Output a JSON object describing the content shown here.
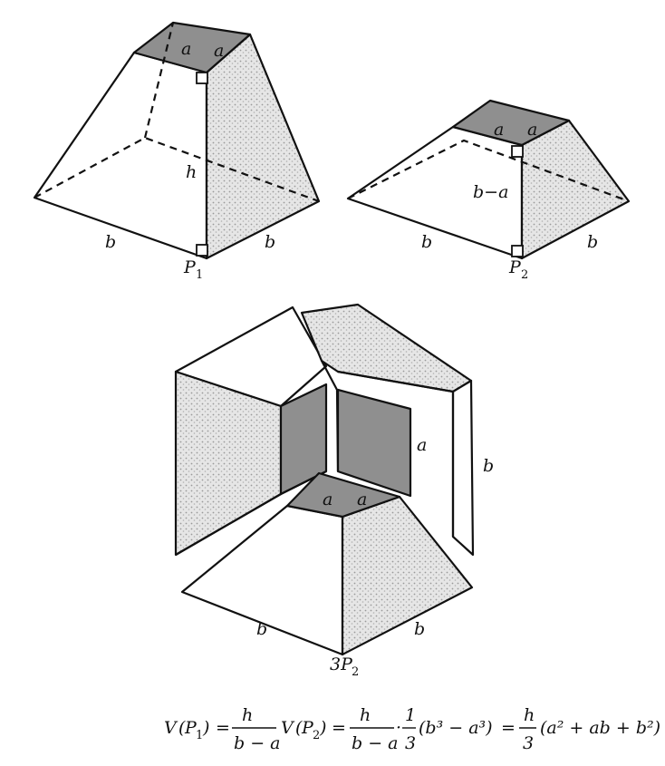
{
  "diagram": {
    "p1": {
      "label_main": "P",
      "label_sub": "1",
      "top_edge_1": "a",
      "top_edge_2": "a",
      "height": "h",
      "base_edge_1": "b",
      "base_edge_2": "b"
    },
    "p2": {
      "label_main": "P",
      "label_sub": "2",
      "top_edge_1": "a",
      "top_edge_2": "a",
      "height": "b−a",
      "base_edge_1": "b",
      "base_edge_2": "b"
    },
    "cube": {
      "label_prefix": "3P",
      "label_sub": "2",
      "inner_edge_1": "a",
      "inner_edge_2": "a",
      "inner_edge_3": "a",
      "outer_edge_right": "b",
      "outer_edge_1": "b",
      "outer_edge_2": "b"
    }
  },
  "formula": {
    "v": "V",
    "p1_main": "P",
    "p1_sub": "1",
    "eq1": "=",
    "frac1_num": "h",
    "frac1_den": "b − a",
    "p2_main": "P",
    "p2_sub": "2",
    "eq2": "=",
    "frac2_num": "h",
    "frac2_den": "b − a",
    "dot": "·",
    "frac3_num": "1",
    "frac3_den": "3",
    "term_b3": "(b³ − a³)",
    "eq3": "=",
    "frac4_num": "h",
    "frac4_den": "3",
    "term_last": "(a² + ab + b²)"
  }
}
